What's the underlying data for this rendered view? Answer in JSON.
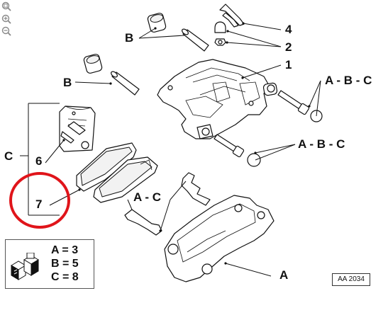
{
  "zoom_tools": {
    "icons": [
      "zoom-fit-icon",
      "zoom-in-icon",
      "zoom-out-icon"
    ]
  },
  "callouts": {
    "part_4": "4",
    "part_2": "2",
    "part_1": "1",
    "part_B_top": "B",
    "part_B_mid": "B",
    "part_ABC_top": "A - B - C",
    "part_ABC_mid": "A - B - C",
    "part_C": "C",
    "part_6": "6",
    "part_7": "7",
    "part_AC": "A - C",
    "part_A": "A"
  },
  "legend": {
    "line_a": "A = 3",
    "line_b": "B = 5",
    "line_c": "C = 8"
  },
  "reference_code": "AA 2034",
  "colors": {
    "highlight_circle": "#e0141a",
    "line": "#111111"
  }
}
